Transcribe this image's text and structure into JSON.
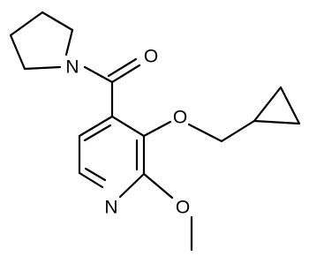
{
  "molecule": {
    "atoms": [
      {
        "id": "N_pyrrolidine",
        "symbol": "N"
      },
      {
        "id": "O_carbonyl",
        "symbol": "O"
      },
      {
        "id": "O_ether",
        "symbol": "O"
      },
      {
        "id": "N_pyridine",
        "symbol": "N"
      },
      {
        "id": "O_methoxy",
        "symbol": "O"
      }
    ]
  },
  "colors": {
    "bond": "#000000",
    "label": "#000000",
    "background": "#ffffff"
  }
}
